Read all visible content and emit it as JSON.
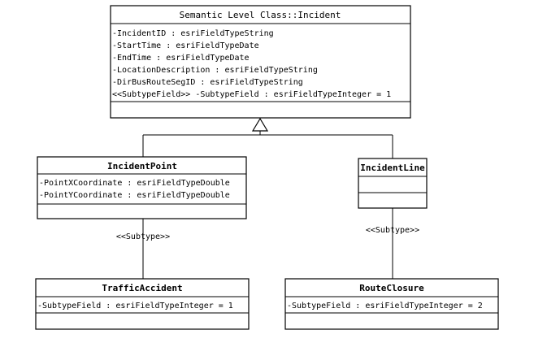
{
  "classes": {
    "incident": {
      "name": "Semantic Level Class::Incident",
      "attributes": [
        "-IncidentID : esriFieldTypeString",
        "-StartTime : esriFieldTypeDate",
        "-EndTime : esriFieldTypeDate",
        "-LocationDescription : esriFieldTypeString",
        "-DirBusRouteSegID : esriFieldTypeString",
        "<<SubtypeField>> -SubtypeField : esriFieldTypeInteger = 1"
      ]
    },
    "incident_point": {
      "name": "IncidentPoint",
      "attributes": [
        "-PointXCoordinate : esriFieldTypeDouble",
        "-PointYCoordinate : esriFieldTypeDouble"
      ]
    },
    "incident_line": {
      "name": "IncidentLine",
      "attributes": []
    },
    "traffic_accident": {
      "name": "TrafficAccident",
      "attributes": [
        "-SubtypeField : esriFieldTypeInteger = 1"
      ]
    },
    "route_closure": {
      "name": "RouteClosure",
      "attributes": [
        "-SubtypeField : esriFieldTypeInteger = 2"
      ]
    }
  },
  "relations": {
    "point_to_accident": {
      "stereotype": "<<Subtype>>"
    },
    "line_to_closure": {
      "stereotype": "<<Subtype>>"
    }
  }
}
